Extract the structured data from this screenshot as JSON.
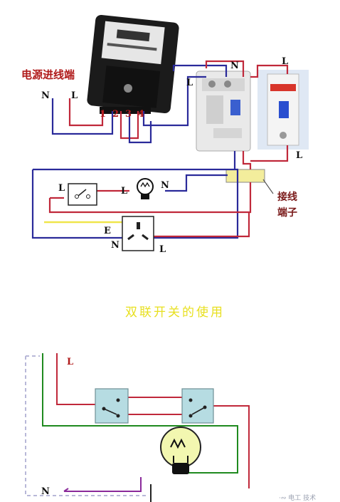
{
  "top_diagram": {
    "power_input_label": "电源进线端",
    "input_n": "N",
    "input_l": "L",
    "meter_terminals": [
      "1",
      "2",
      "3",
      "4"
    ],
    "breaker_n": "N",
    "breaker_l_left": "L",
    "mcb_l_top": "L",
    "mcb_l_bottom": "L",
    "junction_label_line1": "接线",
    "junction_label_line2": "端子",
    "switch_l": "L",
    "lamp_l": "L",
    "lamp_n": "N",
    "socket_e": "E",
    "socket_n": "N",
    "socket_l": "L"
  },
  "caption": "双联开关的使用",
  "bottom_diagram": {
    "wire_l": "L",
    "wire_n": "N"
  },
  "watermark": "·∾ 电工 技术"
}
